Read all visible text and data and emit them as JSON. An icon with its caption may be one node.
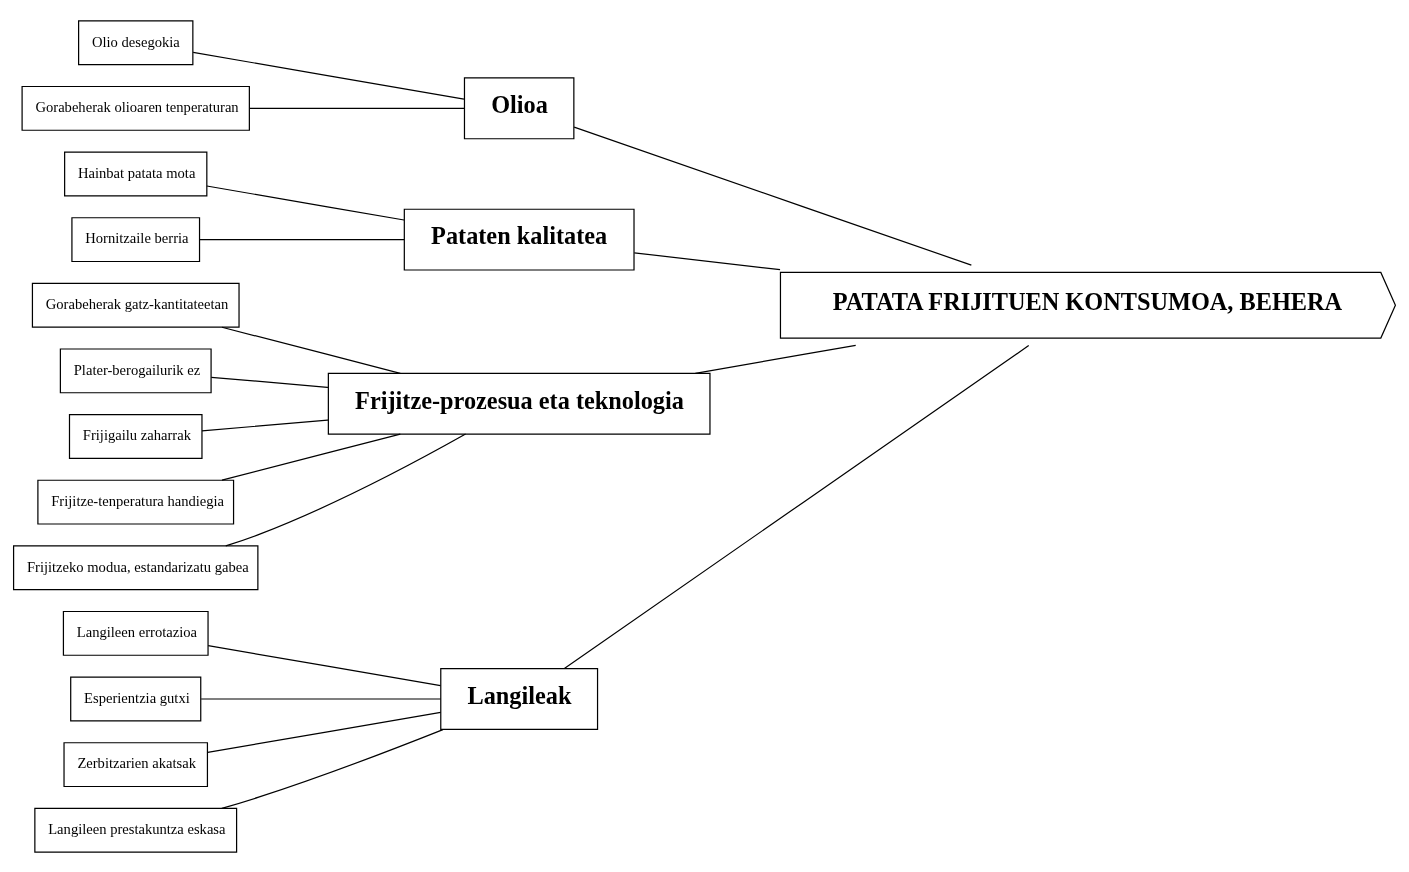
{
  "diagram": {
    "nodes": [
      {
        "text": [
          "Olio desegokia"
        ]
      },
      {
        "text": [
          "Gorabeherak olioaren tenperaturan"
        ]
      },
      {
        "text": [
          "Olioa"
        ]
      },
      {
        "text": [
          "Hainbat patata mota"
        ]
      },
      {
        "text": [
          "Hornitzaile berria"
        ]
      },
      {
        "text": [
          "Pataten kalitatea"
        ]
      },
      {
        "text": [
          "PATATA FRIJITUEN KONTSUMOA, BEHERA"
        ]
      },
      {
        "text": [
          "Gorabeherak gatz-kantitateetan"
        ]
      },
      {
        "text": [
          "Frijitze-prozesua eta teknologia"
        ]
      },
      {
        "text": [
          "Plater-berogailurik ez"
        ]
      },
      {
        "text": [
          "Frijigailu zaharrak"
        ]
      },
      {
        "text": [
          "Frijitze-tenperatura handiegia"
        ]
      },
      {
        "text": [
          "Frijitzeko modua, estandarizatu gabea"
        ]
      },
      {
        "text": [
          "Langileak"
        ]
      },
      {
        "text": [
          "Langileen errotazioa"
        ]
      },
      {
        "text": [
          "Esperientzia gutxi"
        ]
      },
      {
        "text": [
          "Zerbitzarien akatsak"
        ]
      },
      {
        "text": [
          "Langileen prestakuntza eskasa"
        ]
      }
    ],
    "edges": [
      {
        "from": 0,
        "to": 2,
        "arrow": "none"
      },
      {
        "from": 1,
        "to": 2,
        "arrow": "none"
      },
      {
        "from": 2,
        "to": 6,
        "arrow": "none"
      },
      {
        "from": 3,
        "to": 5,
        "arrow": "none"
      },
      {
        "from": 4,
        "to": 5,
        "arrow": "none"
      },
      {
        "from": 5,
        "to": 6,
        "arrow": "none"
      },
      {
        "from": 7,
        "to": 8,
        "arrow": "none"
      },
      {
        "from": 9,
        "to": 8,
        "arrow": "none"
      },
      {
        "from": 10,
        "to": 8,
        "arrow": "none"
      },
      {
        "from": 11,
        "to": 8,
        "arrow": "none"
      },
      {
        "from": 12,
        "to": 8,
        "arrow": "none"
      },
      {
        "from": 8,
        "to": 6,
        "arrow": "none"
      },
      {
        "from": 14,
        "to": 13,
        "arrow": "none"
      },
      {
        "from": 15,
        "to": 13,
        "arrow": "none"
      },
      {
        "from": 16,
        "to": 13,
        "arrow": "none"
      },
      {
        "from": 17,
        "to": 13,
        "arrow": "none"
      },
      {
        "from": 13,
        "to": 6,
        "arrow": "none"
      }
    ]
  }
}
